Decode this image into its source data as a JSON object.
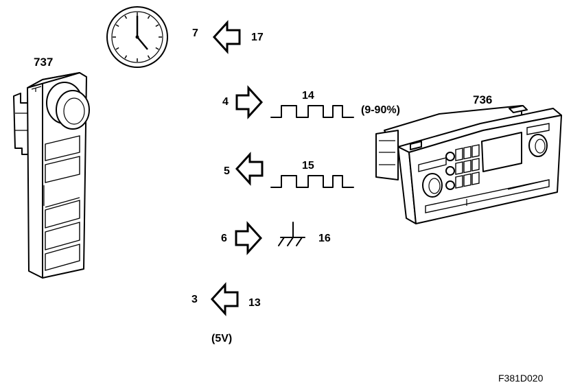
{
  "components": {
    "switch_label": "737",
    "control_unit_label": "736"
  },
  "signals": {
    "clock_in_pin": "7",
    "clock_out_pin": "17",
    "pwm_out_pin": "4",
    "pwm_out_label": "14",
    "pwm_duty": "(9-90%)",
    "pwm_in_pin": "5",
    "pwm_in_label": "15",
    "ground_pin": "6",
    "ground_label": "16",
    "supply_in_pin": "3",
    "supply_out_pin": "13",
    "supply_voltage": "(5V)"
  },
  "figure_code": "F381D020",
  "icons": [
    "clock-icon",
    "arrow-left-icon",
    "arrow-right-icon",
    "square-wave-icon",
    "ground-icon"
  ]
}
